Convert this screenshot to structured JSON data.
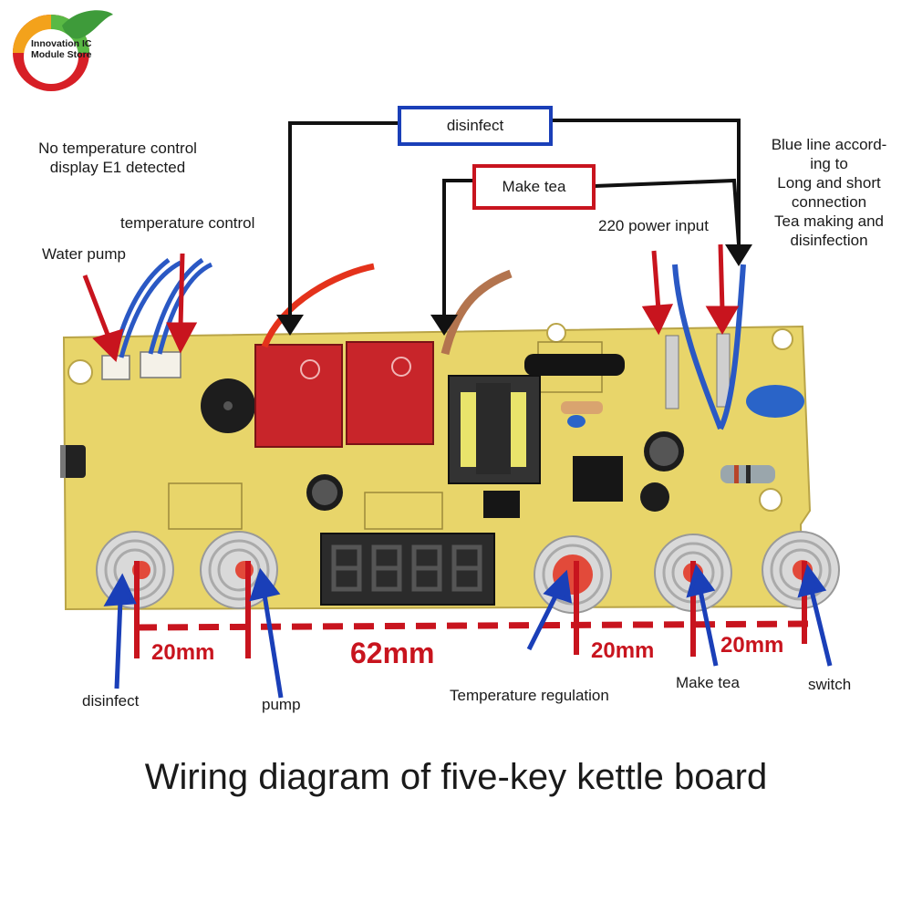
{
  "brand": {
    "line1": "Innovation IC",
    "line2": "Module Store"
  },
  "labels": {
    "no_temp_control": "No temperature control display E1 detected",
    "no_temp_line1": "No temperature control",
    "no_temp_line2": "display E1 detected",
    "temperature_control": "temperature control",
    "water_pump": "Water pump",
    "power_input": "220 power input",
    "blue_line": [
      "Blue line accord-",
      "ing to",
      "Long and short",
      "connection",
      "Tea making and",
      "disinfection"
    ],
    "disinfect_box": "disinfect",
    "make_tea_box": "Make tea",
    "key_disinfect": "disinfect",
    "key_pump": "pump",
    "key_temperature": "Temperature regulation",
    "key_make_tea": "Make tea",
    "key_switch": "switch"
  },
  "dimensions": {
    "d1": "20mm",
    "d2": "62mm",
    "d3": "20mm",
    "d4": "20mm"
  },
  "title": "Wiring diagram of five-key kettle board",
  "colors": {
    "red": "#c8141e",
    "blue": "#1a3fb8",
    "pcb": "#e8d56a",
    "wire_black": "#111111"
  }
}
